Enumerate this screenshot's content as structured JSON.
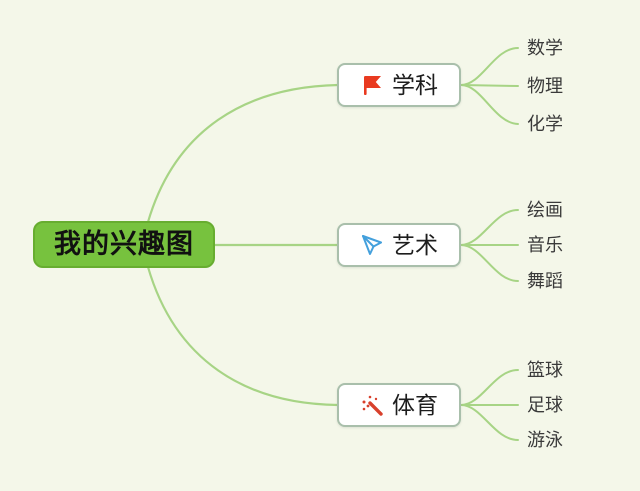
{
  "title": "我的兴趣图",
  "colors": {
    "bg": "#f4f7e9",
    "central_fill": "#77c23e",
    "central_border": "#67ad30",
    "connector": "#a7d485",
    "node_border": "#a9bfab",
    "node_fill": "#ffffff",
    "branch_text": "#1d1d1d",
    "leaf_text": "#3a3a3a",
    "central_text": "#111111",
    "flag_red": "#e93a20",
    "plane_blue": "#44a0dc",
    "wand_red": "#d8402c"
  },
  "central": {
    "label": "我的兴趣图"
  },
  "branches": [
    {
      "label": "学科",
      "icon": "flag-icon",
      "children": [
        "数学",
        "物理",
        "化学"
      ]
    },
    {
      "label": "艺术",
      "icon": "paper-plane-icon",
      "children": [
        "绘画",
        "音乐",
        "舞蹈"
      ]
    },
    {
      "label": "体育",
      "icon": "magic-wand-icon",
      "children": [
        "篮球",
        "足球",
        "游泳"
      ]
    }
  ]
}
